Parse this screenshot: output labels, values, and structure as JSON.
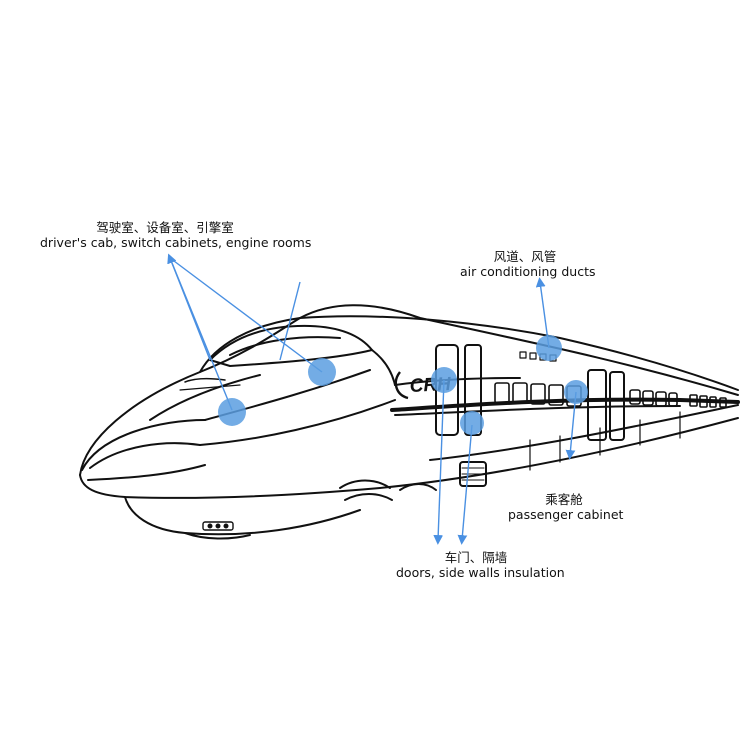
{
  "logo_text": "CRH",
  "callouts": [
    {
      "id": "cab",
      "zh": "驾驶室、设备室、引擎室",
      "en": "driver's cab, switch cabinets, engine rooms"
    },
    {
      "id": "duct",
      "zh": "风道、风管",
      "en": "air conditioning ducts"
    },
    {
      "id": "cabin",
      "zh": "乘客舱",
      "en": "passenger cabinet"
    },
    {
      "id": "doors",
      "zh": "车门、隔墙",
      "en": "doors, side walls insulation"
    }
  ],
  "colors": {
    "marker": "#5b9ee0",
    "leader": "#4a90e2",
    "outline": "#111111"
  },
  "icons": [
    "train-outline",
    "marker-dot",
    "arrow-head"
  ]
}
